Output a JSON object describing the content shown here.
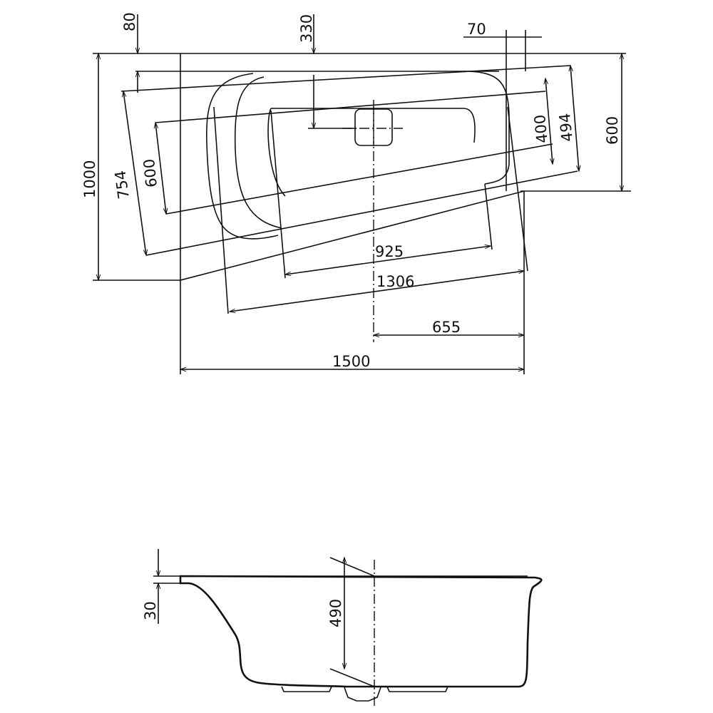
{
  "drawing": {
    "top_view": {
      "dimensions": {
        "d80": "80",
        "d330": "330",
        "d70": "70",
        "d1000": "1000",
        "d754": "754",
        "d600_left": "600",
        "d400": "400",
        "d494": "494",
        "d600_right": "600",
        "d925": "925",
        "d1306": "1306",
        "d655": "655",
        "d1500": "1500"
      }
    },
    "section_view": {
      "dimensions": {
        "d30": "30",
        "d490": "490"
      }
    }
  }
}
